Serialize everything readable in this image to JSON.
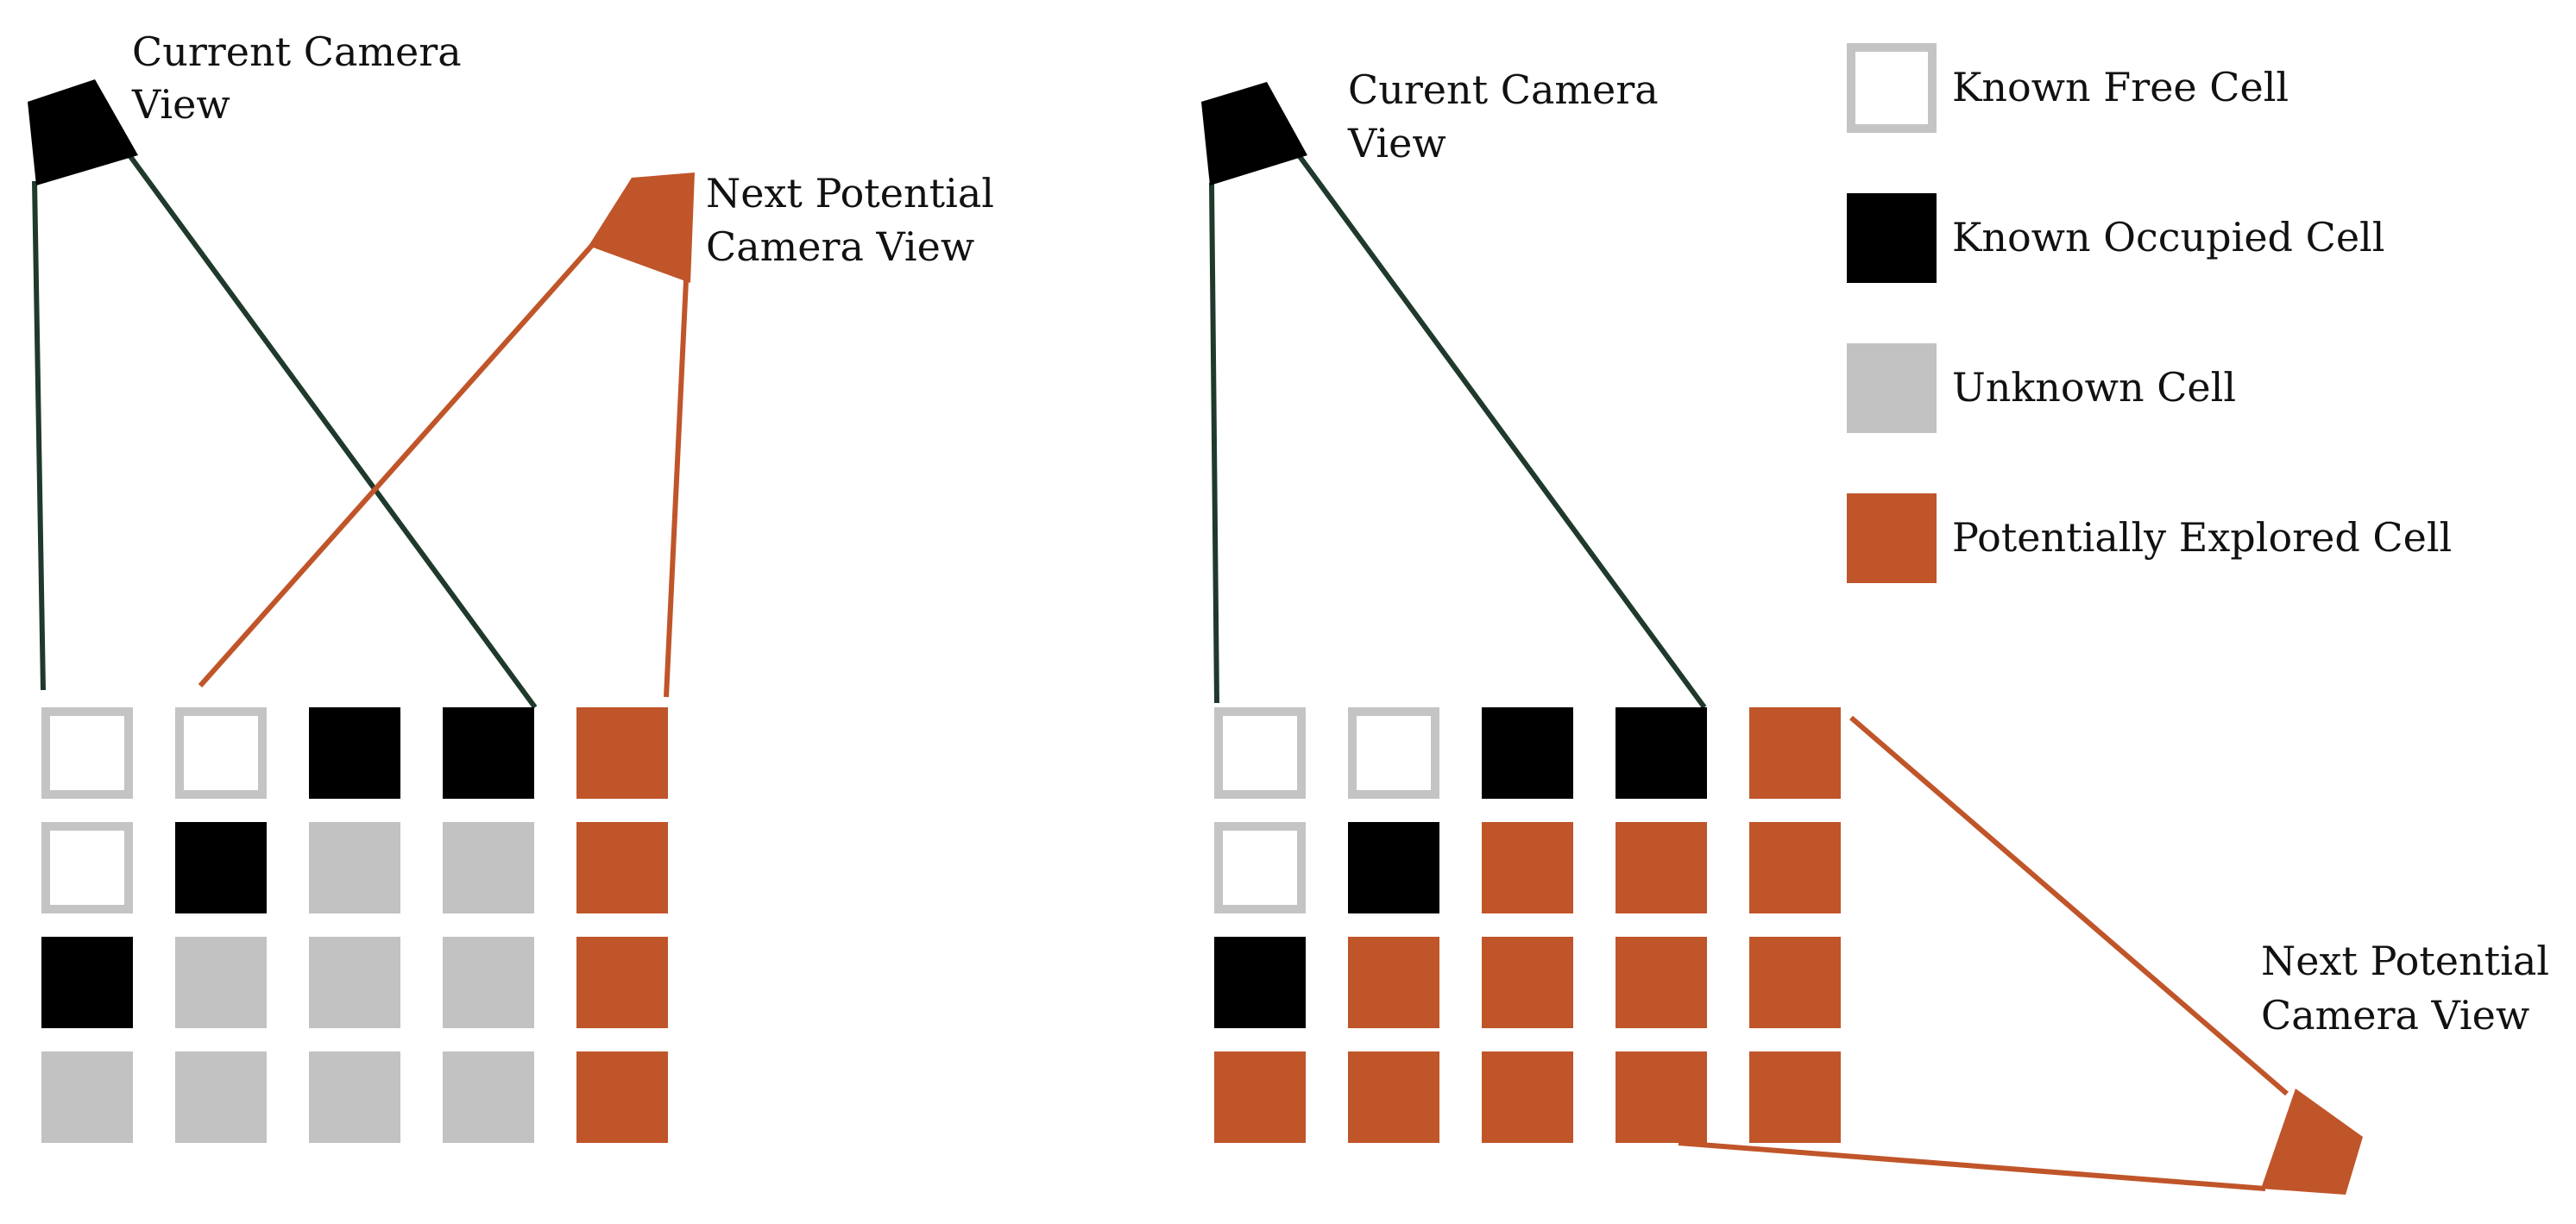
{
  "colors": {
    "free_border": "#c4c4c4",
    "occupied": "#000000",
    "unknown": "#c2c2c2",
    "explored": "#c0552a",
    "current_ray": "#1f3a2c",
    "background": "#ffffff"
  },
  "left_panel": {
    "current_label": [
      "Current Camera",
      "View"
    ],
    "next_label": [
      "Next Potential",
      "Camera View"
    ],
    "grid": [
      [
        "free",
        "free",
        "occupied",
        "occupied",
        "explored"
      ],
      [
        "free",
        "occupied",
        "unknown",
        "unknown",
        "explored"
      ],
      [
        "occupied",
        "unknown",
        "unknown",
        "unknown",
        "explored"
      ],
      [
        "unknown",
        "unknown",
        "unknown",
        "unknown",
        "explored"
      ]
    ]
  },
  "right_panel": {
    "current_label": [
      "Curent Camera",
      "View"
    ],
    "next_label": [
      "Next Potential",
      "Camera View"
    ],
    "grid": [
      [
        "free",
        "free",
        "occupied",
        "occupied",
        "explored"
      ],
      [
        "free",
        "occupied",
        "explored",
        "explored",
        "explored"
      ],
      [
        "occupied",
        "explored",
        "explored",
        "explored",
        "explored"
      ],
      [
        "explored",
        "explored",
        "explored",
        "explored",
        "explored"
      ]
    ]
  },
  "legend": [
    {
      "type": "free",
      "label": "Known Free Cell"
    },
    {
      "type": "occupied",
      "label": "Known Occupied Cell"
    },
    {
      "type": "unknown",
      "label": "Unknown Cell"
    },
    {
      "type": "explored",
      "label": "Potentially Explored Cell"
    }
  ]
}
